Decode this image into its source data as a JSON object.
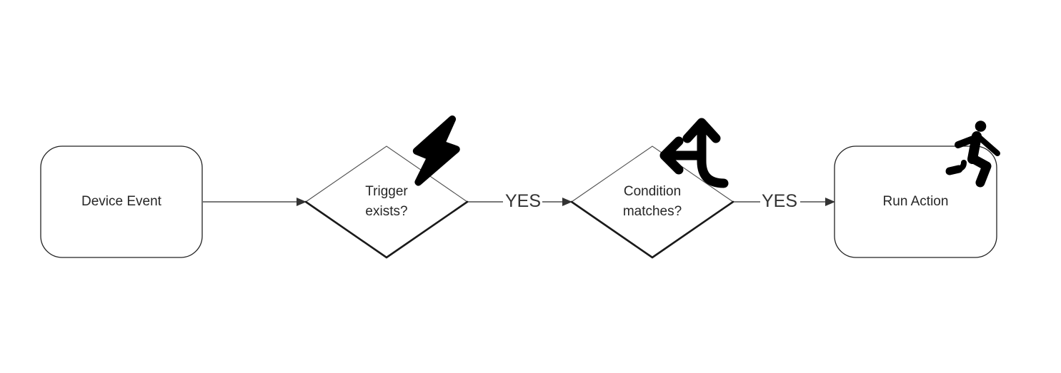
{
  "diagram": {
    "type": "flowchart",
    "direction": "left-to-right",
    "colors": {
      "background": "#ffffff",
      "node_fill": "#ffffff",
      "node_border": "#222222",
      "decision_shadow": "#1a1a1a",
      "edge_line": "#4d4d4d",
      "arrowhead": "#333333",
      "text": "#262626",
      "edge_label_text": "#333333",
      "icon": "#000000"
    },
    "nodes": [
      {
        "id": "device-event",
        "shape": "rounded-rectangle",
        "label": "Device Event"
      },
      {
        "id": "trigger-exists",
        "shape": "diamond",
        "label": "Trigger exists?",
        "icon": "lightning-bolt"
      },
      {
        "id": "condition-matches",
        "shape": "diamond",
        "label": "Condition matches?",
        "icon": "split-arrows-up-left"
      },
      {
        "id": "run-action",
        "shape": "rounded-rectangle",
        "label": "Run Action",
        "icon": "person-running"
      }
    ],
    "edges": [
      {
        "from": "device-event",
        "to": "trigger-exists",
        "label": ""
      },
      {
        "from": "trigger-exists",
        "to": "condition-matches",
        "label": "YES"
      },
      {
        "from": "condition-matches",
        "to": "run-action",
        "label": "YES"
      }
    ]
  }
}
